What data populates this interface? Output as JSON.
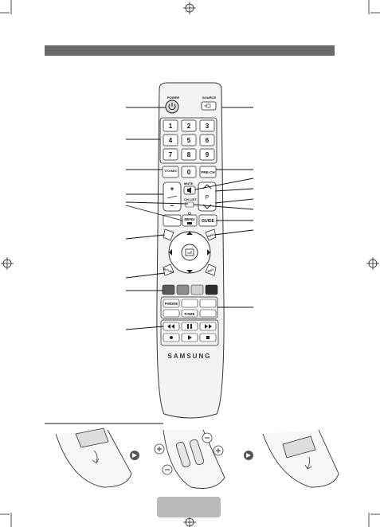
{
  "remote": {
    "top_labels": {
      "power": "POWER",
      "source": "SOURCE"
    },
    "numbers": [
      "1",
      "2",
      "3",
      "4",
      "5",
      "6",
      "7",
      "8",
      "9",
      "0"
    ],
    "ttx_mix": "TTX/MIX",
    "pre_ch": "PRE-CH",
    "mute": "MUTE",
    "ch_list": "CH LIST",
    "vol_plus": "+",
    "vol_minus": "–",
    "channel_letter": "P",
    "menu": "MENU",
    "guide": "GUIDE",
    "tools": "TOOLS",
    "info": "INFO",
    "return": "RETURN",
    "exit": "EXIT",
    "p_mode": "P.MODE",
    "p_size": "P.SIZE",
    "brand": "SAMSUNG"
  },
  "colors": {
    "header_bar": "#6a6a6a",
    "footer_tab": "#b9b9b9",
    "color_keys": [
      "#5a5a5a",
      "#8c8c8c",
      "#d0d0d0",
      "#2e2e2e"
    ]
  }
}
